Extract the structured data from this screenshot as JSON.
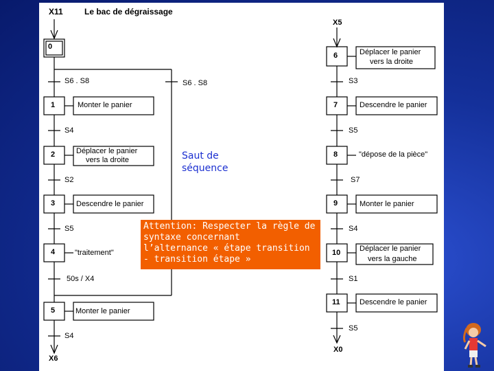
{
  "title": "Le bac de dégraissage",
  "left_branch": {
    "entry": "X11",
    "exit": "X6",
    "steps": [
      {
        "num": "0",
        "action": ""
      },
      {
        "num": "1",
        "action": "Monter le panier"
      },
      {
        "num": "2",
        "action_line1": "Déplacer le panier",
        "action_line2": "vers la droite"
      },
      {
        "num": "3",
        "action": "Descendre le panier"
      },
      {
        "num": "4",
        "action": "\"traitement\""
      },
      {
        "num": "5",
        "action": "Monter le panier"
      }
    ],
    "transitions": [
      "S6 . S8",
      "S4",
      "S2",
      "S5",
      "50s / X4",
      "S4"
    ],
    "jump_transition": "S6 . S8"
  },
  "right_branch": {
    "entry": "X5",
    "exit": "X0",
    "steps": [
      {
        "num": "6",
        "action_line1": "Déplacer le panier",
        "action_line2": "vers la droite"
      },
      {
        "num": "7",
        "action": "Descendre le panier"
      },
      {
        "num": "8",
        "action": "\"dépose de la pièce\""
      },
      {
        "num": "9",
        "action": "Monter le panier"
      },
      {
        "num": "10",
        "action_line1": "Déplacer le panier",
        "action_line2": "vers la gauche"
      },
      {
        "num": "11",
        "action": "Descendre le panier"
      }
    ],
    "transitions": [
      "S3",
      "S5",
      "S7",
      "S4",
      "S1",
      "S5"
    ]
  },
  "annotations": {
    "jump_label_line1": "Saut de",
    "jump_label_line2": "séquence",
    "attention_line1": "Attention: Respecter la règle de",
    "attention_line2": "syntaxe concernant",
    "attention_line3": "l’alternance « étape transition",
    "attention_line4": "- transition étape »"
  },
  "colors": {
    "background": "#0a1f7a",
    "panel": "#ffffff",
    "attention_bg": "#f25f00",
    "jump_text": "#1b2fd0"
  }
}
